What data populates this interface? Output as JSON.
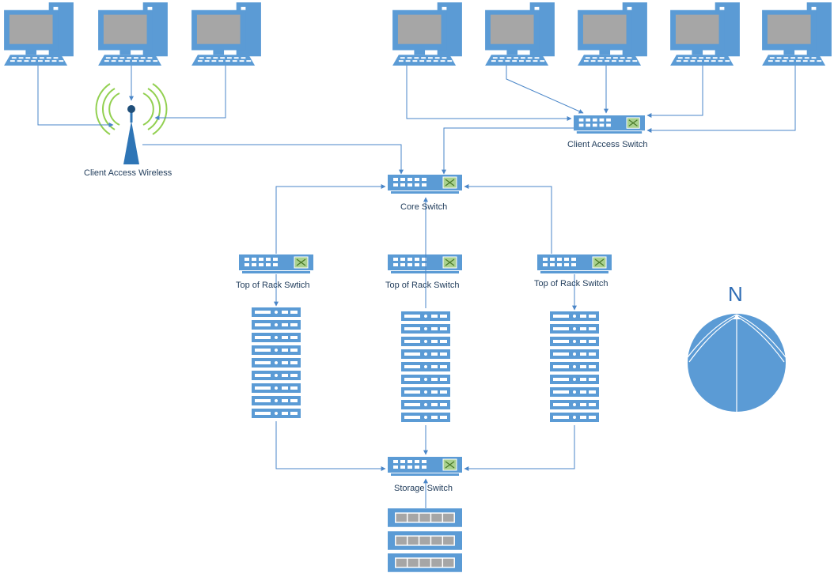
{
  "labels": {
    "client_access_wireless": "Client Access Wireless",
    "client_access_switch": "Client Access Switch",
    "core_switch": "Core Switch",
    "tor_switch_1": "Top of Rack Swtich",
    "tor_switch_2": "Top of Rack Switch",
    "tor_switch_3": "Top of Rack Switch",
    "storage_switch": "Storage Switch"
  },
  "compass": {
    "letter": "N"
  },
  "colors": {
    "device": "#5b9bd5",
    "device_dark": "#2e75b6",
    "screen": "#a6a6a6",
    "line": "#4a86c8",
    "wireless_wave": "#92d050",
    "switch_port": "#ffffff",
    "switch_badge": "#a9d18e"
  },
  "icons": {
    "workstation": "desktop-computer-icon",
    "access_point": "wireless-access-point-icon",
    "switch": "network-switch-icon",
    "server_rack": "server-rack-icon",
    "storage_array": "storage-array-icon",
    "compass": "compass-icon"
  },
  "counts": {
    "wireless_clients": 3,
    "wired_clients": 5,
    "server_racks": 3,
    "storage_units": 3
  }
}
